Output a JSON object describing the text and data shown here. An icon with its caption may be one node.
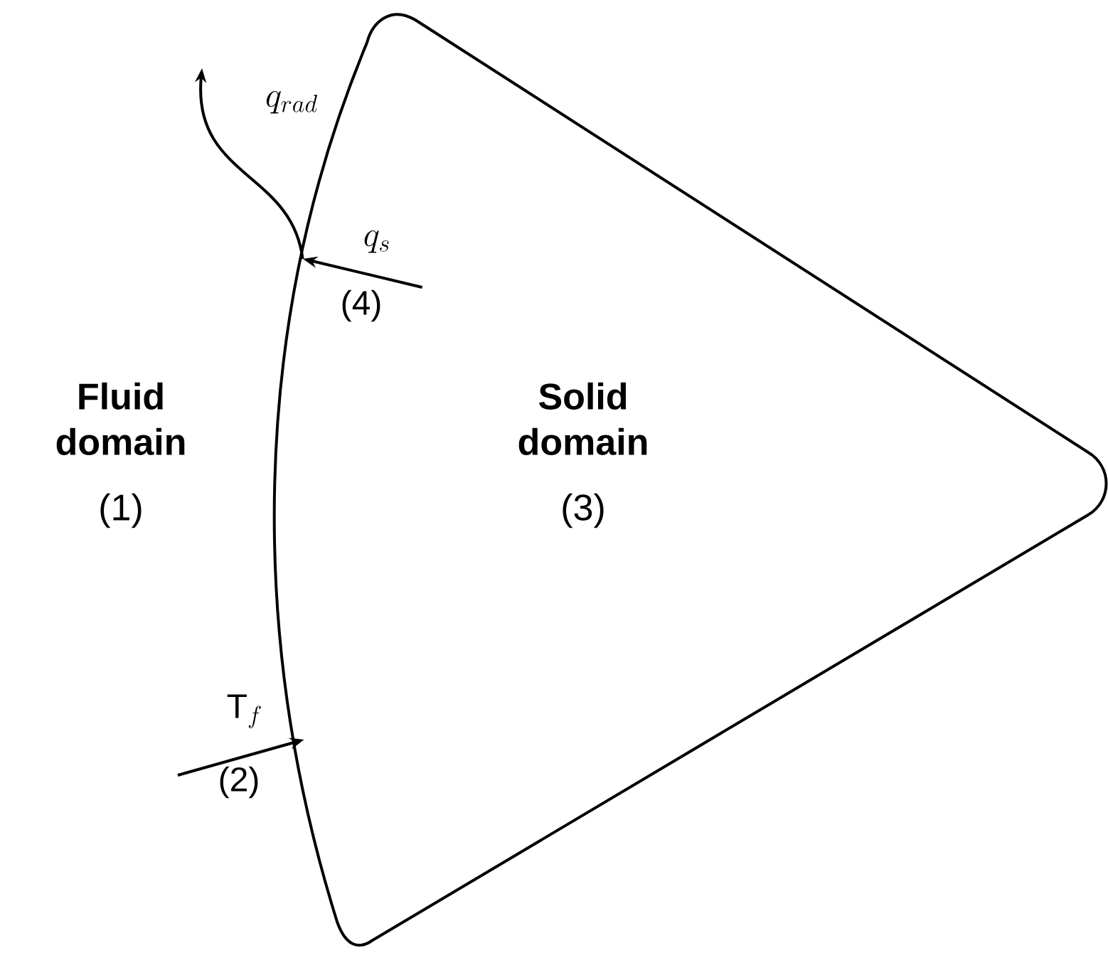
{
  "diagram": {
    "nodes": [
      {
        "text": [
          "Fluid domain",
          "(1)"
        ]
      },
      {
        "text": [
          "Solid domain",
          "(3)"
        ]
      }
    ],
    "edges": [
      {
        "from": 1,
        "to": null,
        "arrow": "to",
        "label": "q_{rad}"
      },
      {
        "from": 1,
        "to": null,
        "arrow": "to",
        "label": "q_s"
      },
      {
        "from": null,
        "to": 1,
        "arrow": "to",
        "label": "\\mathrm{T}_f"
      }
    ],
    "labels": [
      "(4)",
      "(2)"
    ]
  }
}
